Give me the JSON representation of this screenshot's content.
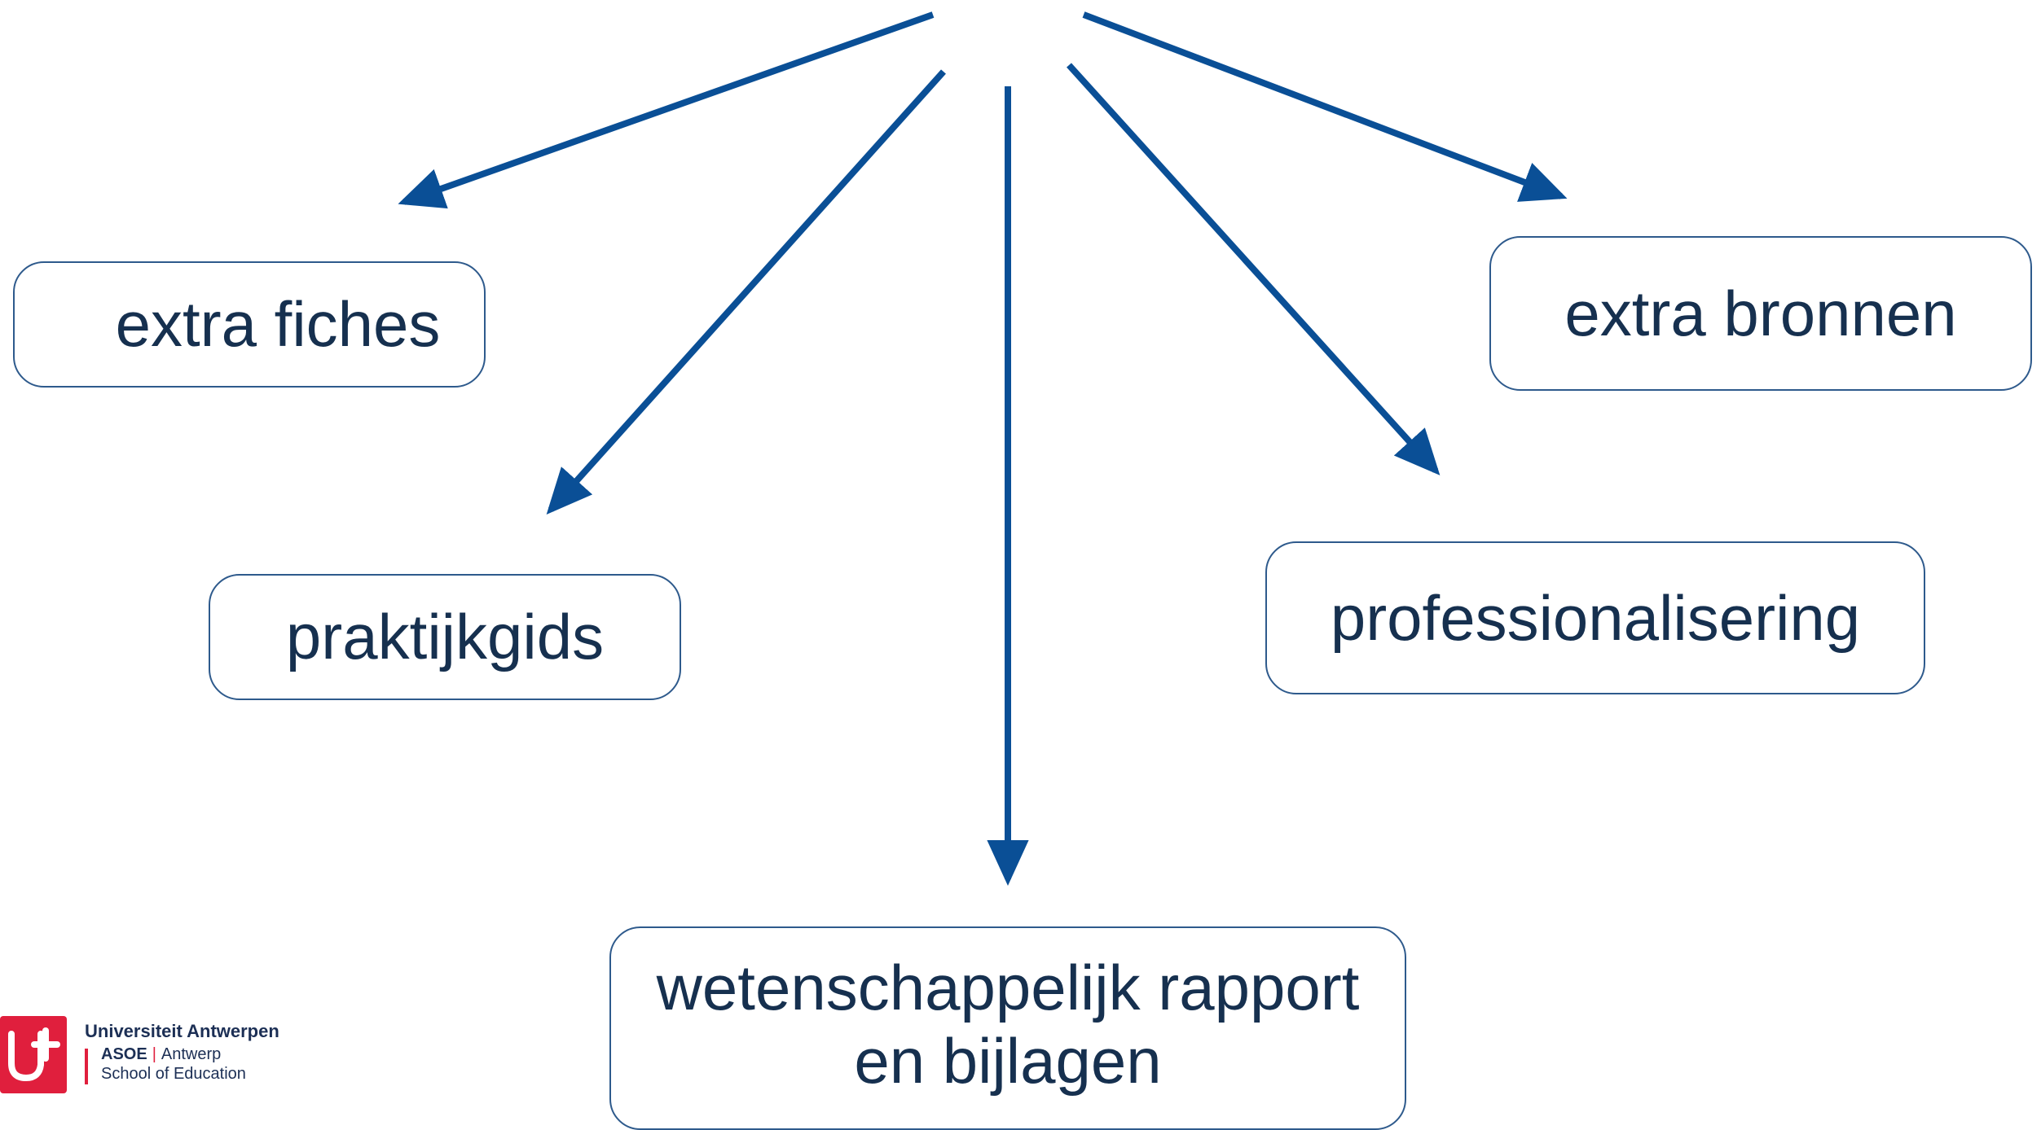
{
  "colors": {
    "arrow": "#0a4f96",
    "node_border": "#2e5a8c",
    "node_text": "#16304f",
    "logo_red": "#e01f3d",
    "logo_navy": "#1c2f55"
  },
  "nodes": {
    "extra_fiches": "extra fiches",
    "praktijkgids": "praktijkgids",
    "rapport_line1": "wetenschappelijk rapport",
    "rapport_line2": "en bijlagen",
    "professionalisering": "professionalisering",
    "extra_bronnen": "extra bronnen"
  },
  "logo": {
    "university": "Universiteit Antwerpen",
    "abbr": "ASOE",
    "separator": "|",
    "city": "Antwerp",
    "school": "School of Education"
  }
}
